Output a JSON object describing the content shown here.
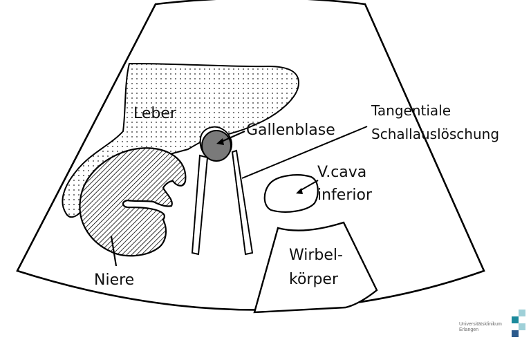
{
  "labels": {
    "leber": "Leber",
    "gallenblase": "Gallenblase",
    "tangentiale_line1": "Tangentiale",
    "tangentiale_line2": "Schallauslöschung",
    "vcava_line1": "V.cava",
    "vcava_line2": "inferior",
    "niere": "Niere",
    "wirbel_line1": "Wirbel-",
    "wirbel_line2": "körper"
  },
  "logo": {
    "line1": "Universitätsklinikum",
    "line2": "Erlangen",
    "colors": [
      "#1b8a9c",
      "#9fd0d8",
      "#2c5a8c"
    ]
  },
  "colors": {
    "outline": "#000000",
    "gallbladder_fill": "#7a7a7a",
    "liver_dots": "#222222",
    "kidney_hatch": "#000000"
  }
}
